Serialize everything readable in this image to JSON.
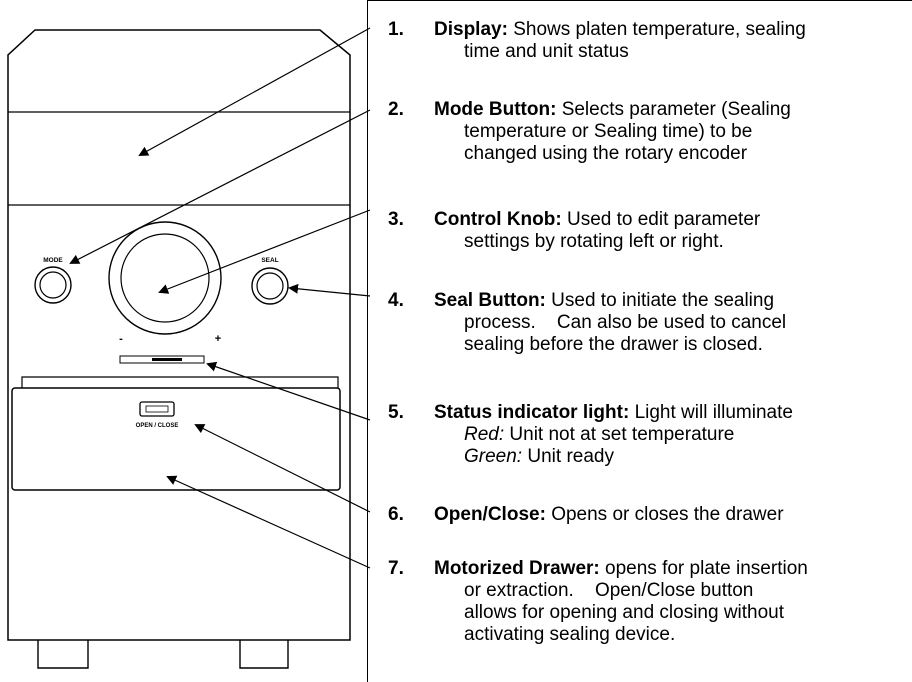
{
  "device": {
    "mode_label": "MODE",
    "seal_label": "SEAL",
    "minus_label": "-",
    "plus_label": "+",
    "open_close_label": "OPEN / CLOSE"
  },
  "legend": [
    {
      "number": "1.",
      "title": "Display:",
      "lines": [
        "Shows platen temperature, sealing",
        "time and unit status"
      ]
    },
    {
      "number": "2.",
      "title": "Mode Button:",
      "lines": [
        "Selects parameter (Sealing",
        "temperature or Sealing time) to be",
        "changed using the rotary encoder"
      ]
    },
    {
      "number": "3.",
      "title": "Control Knob:",
      "lines": [
        "Used to edit parameter",
        "settings by rotating left or right."
      ]
    },
    {
      "number": "4.",
      "title": "Seal Button:",
      "lines": [
        "Used to initiate the sealing",
        "process.    Can also be used to cancel",
        "sealing before the drawer is closed."
      ]
    },
    {
      "number": "5.",
      "title": "Status indicator light:",
      "lines": [
        "Light will illuminate"
      ],
      "states": [
        {
          "color": "Red:",
          "text": "Unit not at set temperature"
        },
        {
          "color": "Green:",
          "text": "Unit ready"
        }
      ]
    },
    {
      "number": "6.",
      "title": "Open/Close:",
      "lines": [
        "Opens or closes the drawer"
      ]
    },
    {
      "number": "7.",
      "title": "Motorized Drawer:",
      "lines": [
        "opens for plate insertion",
        "or extraction.    Open/Close button",
        "allows for opening and closing without",
        "activating sealing device."
      ]
    }
  ]
}
